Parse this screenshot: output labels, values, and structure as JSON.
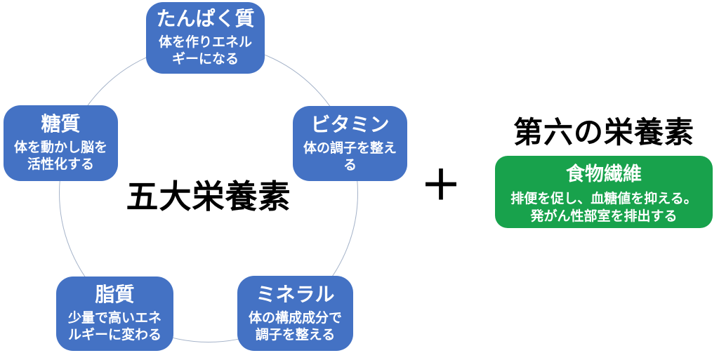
{
  "palette": {
    "nutrient_box_bg": "#4472c4",
    "fiber_box_bg": "#18a24c",
    "circle_stroke": "#a5b3c9",
    "box_text": "#ffffff",
    "heading_text": "#000000"
  },
  "five_nutrients": {
    "center_label": "五大栄養素",
    "items": [
      {
        "id": "protein",
        "name": "たんぱく質",
        "description": "体を作りエネル\nギーになる"
      },
      {
        "id": "carbohydrate",
        "name": "糖質",
        "description": "体を動かし脳を\n活性化する"
      },
      {
        "id": "vitamin",
        "name": "ビタミン",
        "description": "体の調子を整え\nる"
      },
      {
        "id": "lipid",
        "name": "脂質",
        "description": "少量で高いエネ\nルギーに変わる"
      },
      {
        "id": "mineral",
        "name": "ミネラル",
        "description": "体の構成成分で\n調子を整える"
      }
    ]
  },
  "plus_sign": "＋",
  "sixth_nutrient": {
    "heading": "第六の栄養素",
    "name": "食物繊維",
    "description": "排便を促し、血糖値を抑える。\n発がん性部室を排出する"
  }
}
